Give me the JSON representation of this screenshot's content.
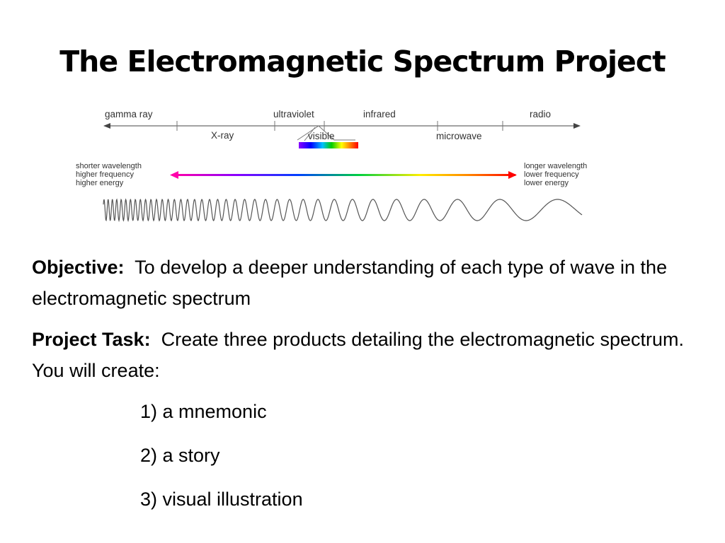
{
  "title": "The Electromagnetic Spectrum Project",
  "diagram": {
    "top_labels": [
      "gamma ray",
      "ultraviolet",
      "infrared",
      "radio"
    ],
    "bottom_labels": [
      "X-ray",
      "visible",
      "microwave"
    ],
    "left_side": [
      "shorter wavelength",
      "higher frequency",
      "higher energy"
    ],
    "right_side": [
      "longer wavelength",
      "lower frequency",
      "lower energy"
    ]
  },
  "objective": {
    "label": "Objective:",
    "text": "To develop a deeper understanding of each type of wave in the electromagnetic spectrum"
  },
  "task": {
    "label": "Project Task:",
    "text": "Create three products detailing the electromagnetic spectrum.  You will create:"
  },
  "items": [
    "1) a mnemonic",
    "2) a story",
    "3) visual illustration"
  ]
}
